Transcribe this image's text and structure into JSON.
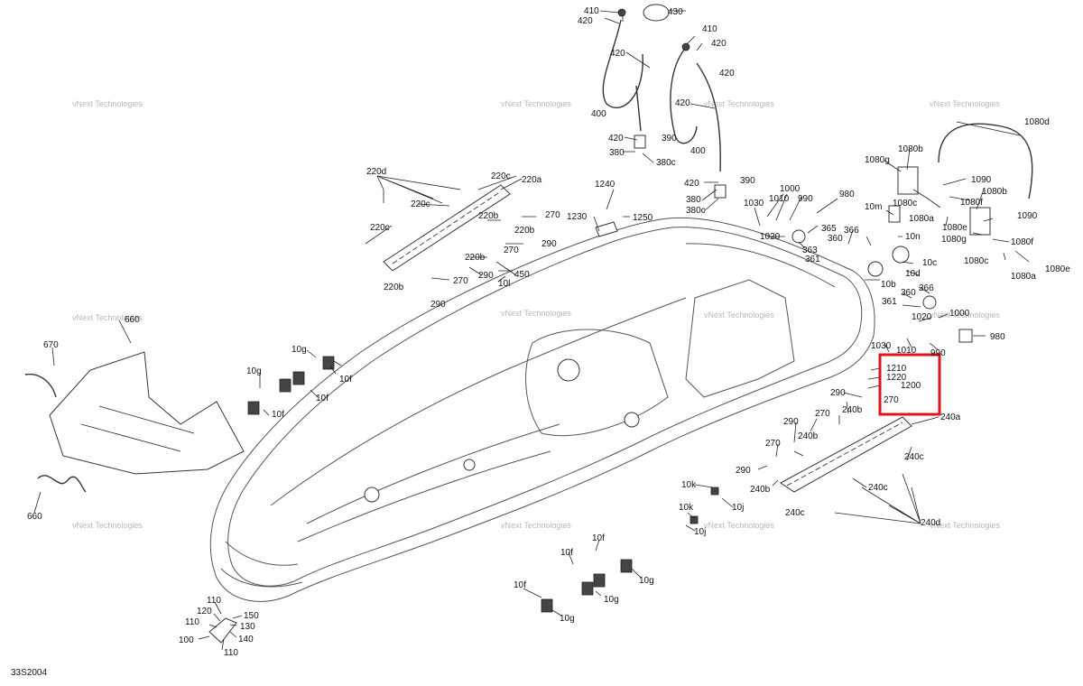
{
  "diagram_code": "33S2004",
  "watermark": {
    "line1": "vNext Technologies",
    "line2": "vNext Technologies"
  },
  "highlight_color": "#e0141e",
  "callouts": {
    "c410a": "410",
    "c430": "430",
    "c420a": "420",
    "c420b": "420",
    "c410b": "410",
    "c420c": "420",
    "c420d": "420",
    "c400a": "400",
    "c420e": "420",
    "c400b": "400",
    "c420f": "420",
    "c390a": "390",
    "c380a": "380",
    "c380c1": "380c",
    "c420g": "420",
    "c390b": "390",
    "c380b": "380",
    "c380c2": "380c",
    "c220d": "220d",
    "c220c1": "220c",
    "c220a": "220a",
    "c220c2": "220c",
    "c220c3": "220c",
    "c220b1": "220b",
    "c270a": "270",
    "c220b2": "220b",
    "c290a": "290",
    "c270b": "270",
    "c220b3": "220b",
    "c450": "450",
    "c290b": "290",
    "c10l": "10l",
    "c270c": "270",
    "c220b4": "220b",
    "c290c": "290",
    "c1240": "1240",
    "c1230": "1230",
    "c1250": "1250",
    "c1030a": "1030",
    "c1000a": "1000",
    "c1010a": "1010",
    "c990a": "990",
    "c980a": "980",
    "c1020a": "1020",
    "c365": "365",
    "c366a": "366",
    "c363": "363",
    "c360a": "360",
    "c10m": "10m",
    "c10n": "10n",
    "c361a": "361",
    "c10c": "10c",
    "c10d": "10d",
    "c10b": "10b",
    "c360b": "360",
    "c366b": "366",
    "c361b": "361",
    "c1080d": "1080d",
    "c1080g": "1080g",
    "c1080b1": "1080b",
    "c1090a": "1090",
    "c1080c1": "1080c",
    "c1080f1": "1080f",
    "c1080a1": "1080a",
    "c1080e1": "1080e",
    "c1080b2": "1080b",
    "c1080g2": "1080g",
    "c1090b": "1090",
    "c1080f2": "1080f",
    "c1080c2": "1080c",
    "c1080a2": "1080a",
    "c1080e2": "1080e",
    "c1000b": "1000",
    "c1020b": "1020",
    "c1030b": "1030",
    "c1010b": "1010",
    "c990b": "990",
    "c980b": "980",
    "c1210": "1210",
    "c1220": "1220",
    "c1200": "1200",
    "c270d": "270",
    "c240a": "240a",
    "c290d": "290",
    "c240b1": "240b",
    "c270e": "270",
    "c290e": "290",
    "c240b2": "240b",
    "c270f": "270",
    "c290f": "290",
    "c240b3": "240b",
    "c240c1": "240c",
    "c240c2": "240c",
    "c240c3": "240c",
    "c240d": "240d",
    "c10k1": "10k",
    "c10j1": "10j",
    "c10k2": "10k",
    "c10j2": "10j",
    "c670": "670",
    "c660a": "660",
    "c660b": "660",
    "c10g1": "10g",
    "c10g2": "10g",
    "c10f1": "10f",
    "c10f2": "10f",
    "c10f3": "10f",
    "c10f4": "10f",
    "c10f5": "10f",
    "c10f6": "10f",
    "c10g3": "10g",
    "c10g4": "10g",
    "c10g5": "10g",
    "c110a": "110",
    "c120": "120",
    "c150": "150",
    "c110b": "110",
    "c130": "130",
    "c140": "140",
    "c100": "100",
    "c110c": "110"
  }
}
